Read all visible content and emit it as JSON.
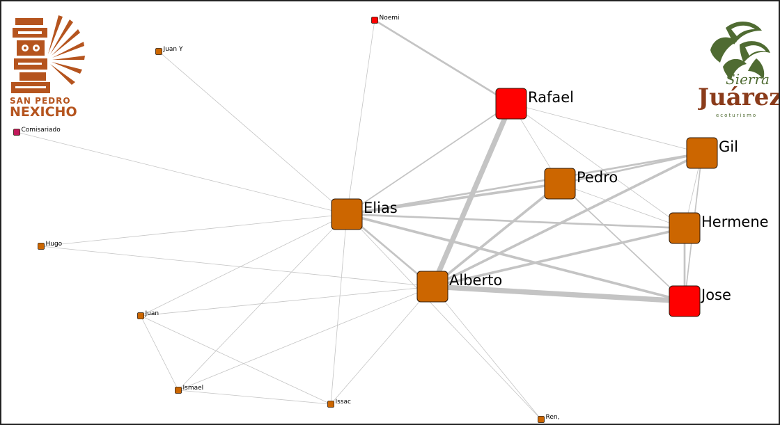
{
  "logos": {
    "left": {
      "line1": "SAN PEDRO",
      "line2": "NEXICHO",
      "color": "#b5541e"
    },
    "right": {
      "line1": "Sierra",
      "line2": "Juárez",
      "line3": "ecoturismo",
      "leaf_color": "#4f6b32",
      "text_color": "#8a3b1a"
    }
  },
  "colors": {
    "edge": "#c4c4c4",
    "node_orange": "#cc6600",
    "node_red": "#ff0000",
    "node_magenta": "#c2185b",
    "node_border": "#2b1a0a"
  },
  "graph": {
    "nodes": [
      {
        "id": "noemi",
        "label": "Noemi",
        "size": "small",
        "color": "red"
      },
      {
        "id": "juan_y",
        "label": "Juan Y",
        "size": "small",
        "color": "orange"
      },
      {
        "id": "comisariado",
        "label": "Comisariado",
        "size": "small",
        "color": "magenta"
      },
      {
        "id": "rafael",
        "label": "Rafael",
        "size": "large",
        "color": "red"
      },
      {
        "id": "gil",
        "label": "Gil",
        "size": "large",
        "color": "orange"
      },
      {
        "id": "pedro",
        "label": "Pedro",
        "size": "large",
        "color": "orange"
      },
      {
        "id": "elias",
        "label": "Elias",
        "size": "large",
        "color": "orange"
      },
      {
        "id": "hermene",
        "label": "Hermene",
        "size": "large",
        "color": "orange"
      },
      {
        "id": "hugo",
        "label": "Hugo",
        "size": "small",
        "color": "orange"
      },
      {
        "id": "alberto",
        "label": "Alberto",
        "size": "large",
        "color": "orange"
      },
      {
        "id": "jose",
        "label": "Jose",
        "size": "large",
        "color": "red"
      },
      {
        "id": "juan",
        "label": "Juan",
        "size": "small",
        "color": "orange"
      },
      {
        "id": "ismael",
        "label": "Ismael",
        "size": "small",
        "color": "orange"
      },
      {
        "id": "issac",
        "label": "Issac",
        "size": "small",
        "color": "orange"
      },
      {
        "id": "ren",
        "label": "Ren,",
        "size": "small",
        "color": "orange"
      }
    ],
    "edges": [
      {
        "source": "noemi",
        "target": "elias",
        "weight": 1
      },
      {
        "source": "noemi",
        "target": "rafael",
        "weight": 3
      },
      {
        "source": "juan_y",
        "target": "elias",
        "weight": 1
      },
      {
        "source": "comisariado",
        "target": "elias",
        "weight": 1
      },
      {
        "source": "hugo",
        "target": "elias",
        "weight": 1
      },
      {
        "source": "hugo",
        "target": "alberto",
        "weight": 1
      },
      {
        "source": "juan",
        "target": "elias",
        "weight": 1
      },
      {
        "source": "juan",
        "target": "alberto",
        "weight": 1
      },
      {
        "source": "juan",
        "target": "ismael",
        "weight": 1
      },
      {
        "source": "juan",
        "target": "issac",
        "weight": 1
      },
      {
        "source": "ismael",
        "target": "elias",
        "weight": 1
      },
      {
        "source": "ismael",
        "target": "alberto",
        "weight": 1
      },
      {
        "source": "ismael",
        "target": "issac",
        "weight": 1
      },
      {
        "source": "issac",
        "target": "elias",
        "weight": 1
      },
      {
        "source": "issac",
        "target": "alberto",
        "weight": 1
      },
      {
        "source": "ren",
        "target": "alberto",
        "weight": 1
      },
      {
        "source": "ren",
        "target": "elias",
        "weight": 1
      },
      {
        "source": "rafael",
        "target": "elias",
        "weight": 2
      },
      {
        "source": "rafael",
        "target": "alberto",
        "weight": 8
      },
      {
        "source": "rafael",
        "target": "pedro",
        "weight": 1
      },
      {
        "source": "rafael",
        "target": "gil",
        "weight": 1
      },
      {
        "source": "rafael",
        "target": "hermene",
        "weight": 1
      },
      {
        "source": "elias",
        "target": "pedro",
        "weight": 4
      },
      {
        "source": "elias",
        "target": "gil",
        "weight": 3
      },
      {
        "source": "elias",
        "target": "hermene",
        "weight": 3
      },
      {
        "source": "elias",
        "target": "alberto",
        "weight": 3
      },
      {
        "source": "elias",
        "target": "jose",
        "weight": 4
      },
      {
        "source": "alberto",
        "target": "pedro",
        "weight": 4
      },
      {
        "source": "alberto",
        "target": "gil",
        "weight": 4
      },
      {
        "source": "alberto",
        "target": "hermene",
        "weight": 4
      },
      {
        "source": "alberto",
        "target": "jose",
        "weight": 8
      },
      {
        "source": "pedro",
        "target": "gil",
        "weight": 3
      },
      {
        "source": "pedro",
        "target": "hermene",
        "weight": 1
      },
      {
        "source": "pedro",
        "target": "jose",
        "weight": 2
      },
      {
        "source": "gil",
        "target": "hermene",
        "weight": 1
      },
      {
        "source": "gil",
        "target": "jose",
        "weight": 2
      },
      {
        "source": "hermene",
        "target": "jose",
        "weight": 3
      }
    ]
  }
}
